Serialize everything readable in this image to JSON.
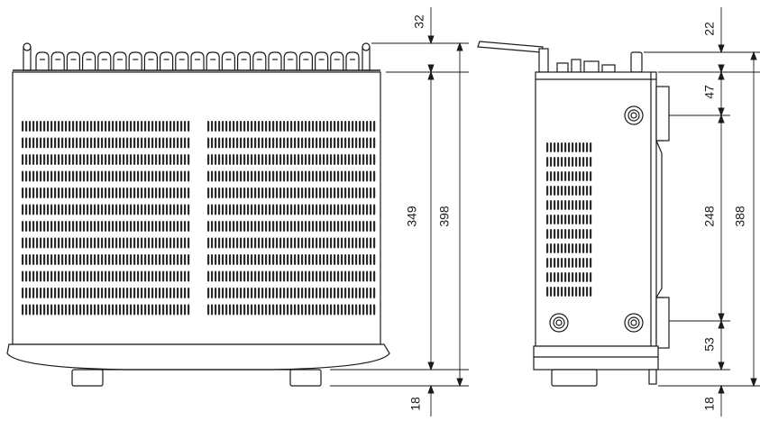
{
  "top_view": {
    "dim_terminal_height": "32",
    "dim_body_depth": "349",
    "dim_overall_depth": "398",
    "dim_foot_height": "18"
  },
  "side_view": {
    "dim_antenna_to_top": "22",
    "dim_upper_bracket": "47",
    "dim_middle": "248",
    "dim_lower_bracket": "53",
    "dim_overall": "388",
    "dim_foot_height": "18"
  },
  "colors": {
    "line": "#1a1a1a",
    "vent": "#2a2a2a",
    "background": "#ffffff"
  }
}
